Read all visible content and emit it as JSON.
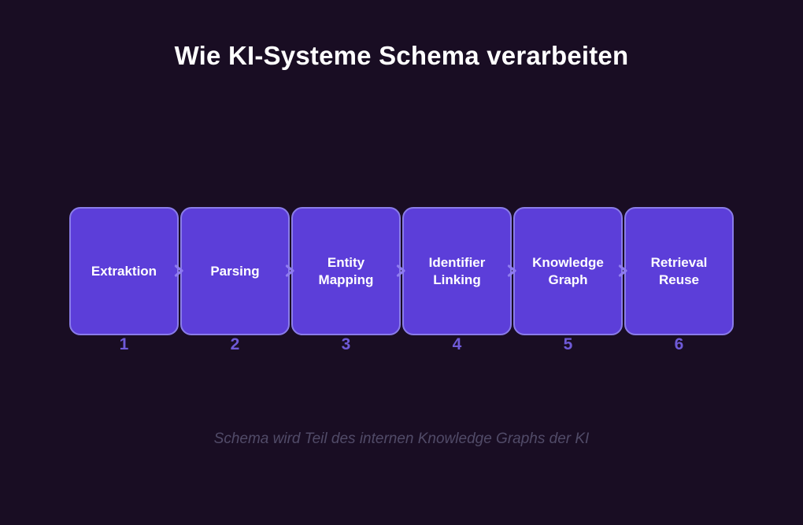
{
  "title": "Wie KI-Systeme Schema verarbeiten",
  "caption": "Schema wird Teil des internen Knowledge Graphs der KI",
  "flow": {
    "steps": [
      {
        "label": "Extraktion",
        "number": "1"
      },
      {
        "label": "Parsing",
        "number": "2"
      },
      {
        "label": "Entity Mapping",
        "number": "3"
      },
      {
        "label": "Identifier Linking",
        "number": "4"
      },
      {
        "label": "Knowledge Graph",
        "number": "5"
      },
      {
        "label": "Retrieval Reuse",
        "number": "6"
      }
    ],
    "arrow_icon": "chevron-right"
  },
  "colors": {
    "background": "#190d23",
    "box_fill": "#5c3ed9",
    "box_border": "#8a7ce8",
    "arrow": "#8f7cf0",
    "number_text": "#6f5ad8",
    "title_text": "#ffffff",
    "caption_text": "#514b68"
  }
}
